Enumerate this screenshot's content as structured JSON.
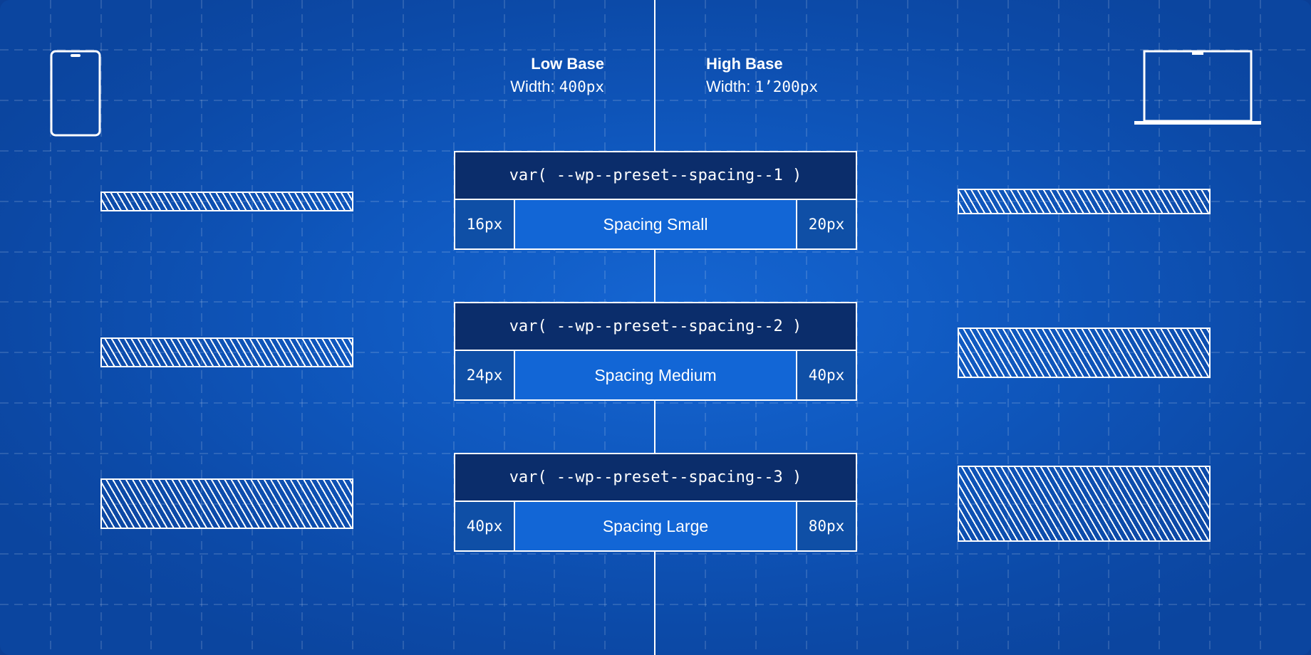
{
  "colors": {
    "background": "#0f57bd",
    "card_header": "#0b2d6b",
    "card_label": "#1266d6",
    "card_value": "#0f4fa6",
    "line": "#ffffff"
  },
  "icons": {
    "left": "phone-icon",
    "right": "laptop-icon"
  },
  "low_base": {
    "title": "Low Base",
    "width_prefix": "Width:",
    "width_value": "400px"
  },
  "high_base": {
    "title": "High Base",
    "width_prefix": "Width:",
    "width_value": "1’200px"
  },
  "spacings": [
    {
      "variable": "var( --wp--preset--spacing--1 )",
      "label": "Spacing Small",
      "low": "16px",
      "high": "20px"
    },
    {
      "variable": "var( --wp--preset--spacing--2 )",
      "label": "Spacing Medium",
      "low": "24px",
      "high": "40px"
    },
    {
      "variable": "var( --wp--preset--spacing--3 )",
      "label": "Spacing Large",
      "low": "40px",
      "high": "80px"
    }
  ]
}
